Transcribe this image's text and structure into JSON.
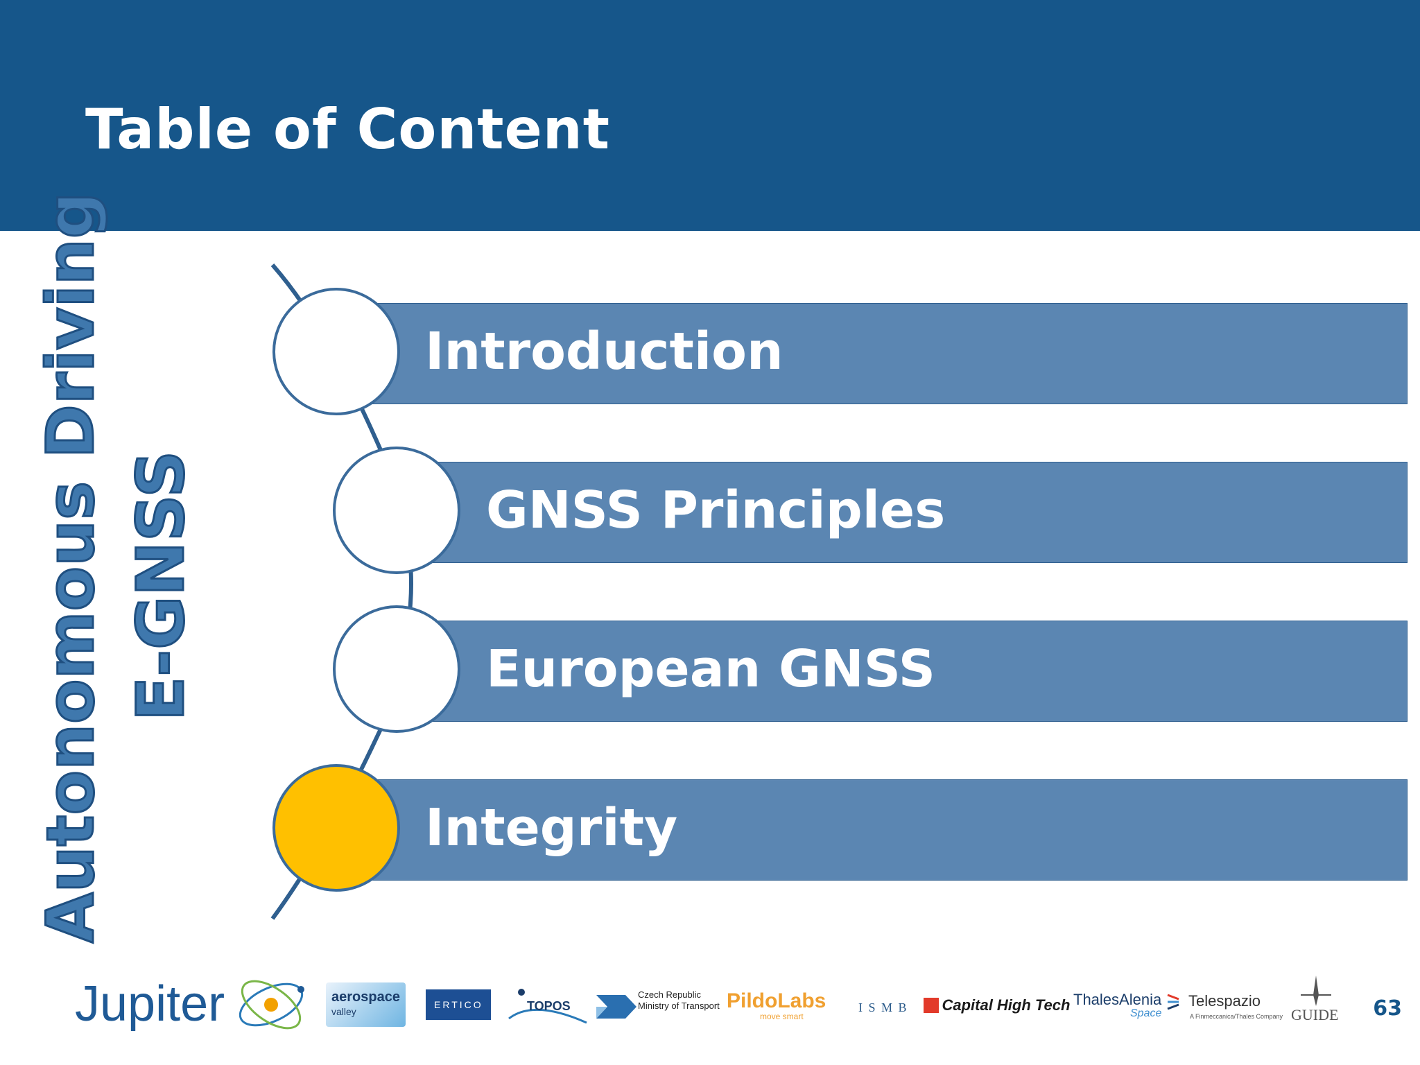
{
  "header": {
    "title": "Table of Content"
  },
  "sidebar": {
    "line1": "Autonomous Driving",
    "line2": "E-GNSS"
  },
  "toc": {
    "items": [
      {
        "label": "Introduction",
        "active": false
      },
      {
        "label": "GNSS Principles",
        "active": false
      },
      {
        "label": "European GNSS",
        "active": false
      },
      {
        "label": "Integrity",
        "active": true
      }
    ]
  },
  "colors": {
    "header": "#16568a",
    "bar": "#5b86b2",
    "active": "#ffc000",
    "heading_text": "#3f78ad"
  },
  "footer": {
    "logos": {
      "jupiter": "Jupiter",
      "aerospace_1": "aerospace",
      "aerospace_2": "valley",
      "ertico": "ERTICO",
      "topos": "TOPOS",
      "czech_1": "Czech Republic",
      "czech_2": "Ministry of Transport",
      "pildo": "PildoLabs",
      "pildo_sub": "move smart",
      "ismb": "I S M B",
      "capital": "Capital High Tech",
      "thales_1": "ThalesAlenia",
      "thales_2": "Space",
      "telespazio": "Telespazio",
      "telespazio_sub": "A Finmeccanica/Thales Company",
      "guide": "GUIDE"
    },
    "page_number": "63"
  }
}
